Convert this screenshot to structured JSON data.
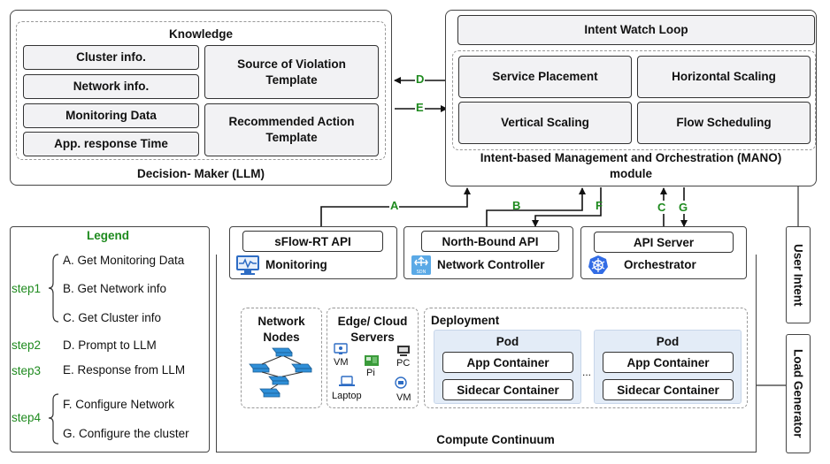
{
  "decision_maker": {
    "knowledge_title": "Knowledge",
    "knowledge_items": [
      "Cluster info.",
      "Network info.",
      "Monitoring Data",
      "App. response Time"
    ],
    "templates": [
      "Source of Violation Template",
      "Recommended Action Template"
    ],
    "caption": "Decision- Maker (LLM)"
  },
  "mano": {
    "watch_loop": "Intent Watch Loop",
    "actions": [
      "Service Placement",
      "Horizontal Scaling",
      "Vertical Scaling",
      "Flow Scheduling"
    ],
    "caption_line1": "Intent-based Management and Orchestration (MANO)",
    "caption_line2": "module"
  },
  "arrow_labels": {
    "A": "A",
    "B": "B",
    "C": "C",
    "D": "D",
    "E": "E",
    "F": "F",
    "G": "G"
  },
  "components": {
    "monitoring": {
      "api": "sFlow-RT API",
      "name": "Monitoring"
    },
    "network_controller": {
      "api": "North-Bound API",
      "name": "Network Controller",
      "icon_text": "SDN"
    },
    "orchestrator": {
      "api": "API Server",
      "name": "Orchestrator"
    }
  },
  "infrastructure": {
    "network_nodes": "Network Nodes",
    "edge_cloud": "Edge/ Cloud Servers",
    "devices": [
      "VM",
      "Pi",
      "PC",
      "Laptop",
      "VM"
    ],
    "deployment": "Deployment",
    "pods": [
      {
        "title": "Pod",
        "containers": [
          "App Container",
          "Sidecar Container"
        ]
      },
      {
        "title": "Pod",
        "containers": [
          "App Container",
          "Sidecar Container"
        ]
      }
    ],
    "ellipsis": "...",
    "continuum": "Compute Continuum"
  },
  "side": {
    "user_intent": "User Intent",
    "load_generator": "Load Generator"
  },
  "legend": {
    "title": "Legend",
    "steps": [
      {
        "step": "step1",
        "items": [
          "A. Get Monitoring Data",
          "B. Get Network info",
          "C. Get Cluster info"
        ]
      },
      {
        "step": "step2",
        "items": [
          "D. Prompt to LLM"
        ]
      },
      {
        "step": "step3",
        "items": [
          "E. Response from LLM"
        ]
      },
      {
        "step": "step4",
        "items": [
          "F. Configure Network",
          "G. Configure the cluster"
        ]
      }
    ]
  },
  "colors": {
    "green": "#1e8a1e",
    "continuum_arrow": "#1f6fd1",
    "pod_bg": "#e3ecf7",
    "box_bg": "#f2f2f4"
  }
}
